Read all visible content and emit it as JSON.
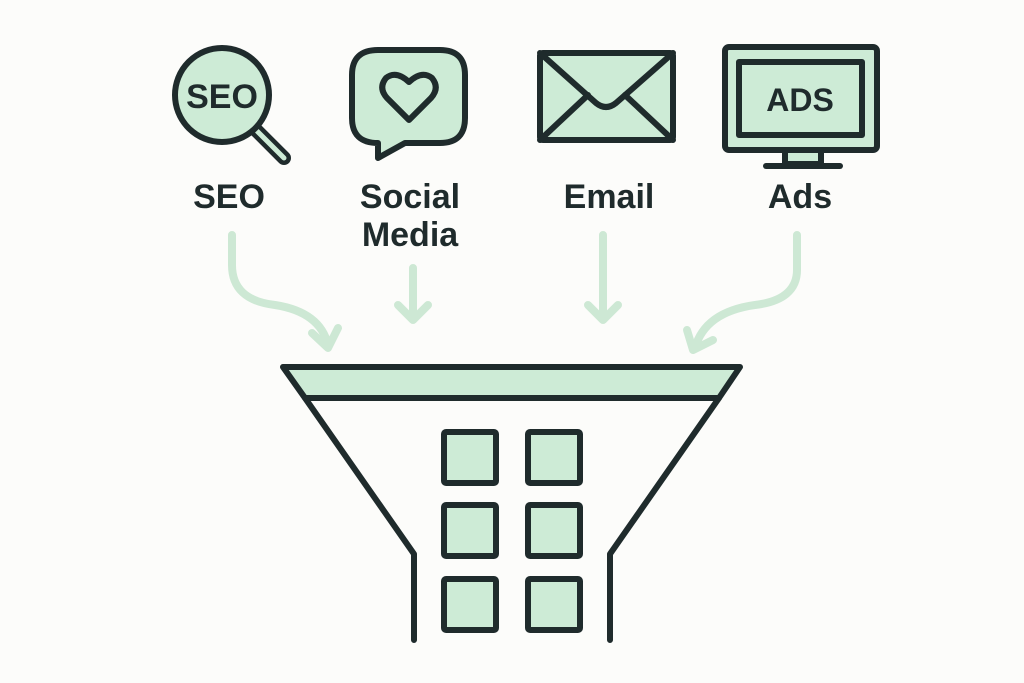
{
  "channels": [
    {
      "label": "SEO",
      "icon": "magnifier-icon",
      "icon_text": "SEO"
    },
    {
      "label_line1": "Social",
      "label_line2": "Media",
      "icon": "chat-heart-icon"
    },
    {
      "label": "Email",
      "icon": "envelope-icon"
    },
    {
      "label": "Ads",
      "icon": "monitor-icon",
      "icon_text": "ADS"
    }
  ],
  "colors": {
    "ink": "#1f2b2c",
    "fill": "#cdebd6",
    "arrow": "#cde8d4",
    "background": "#fcfcfa"
  }
}
